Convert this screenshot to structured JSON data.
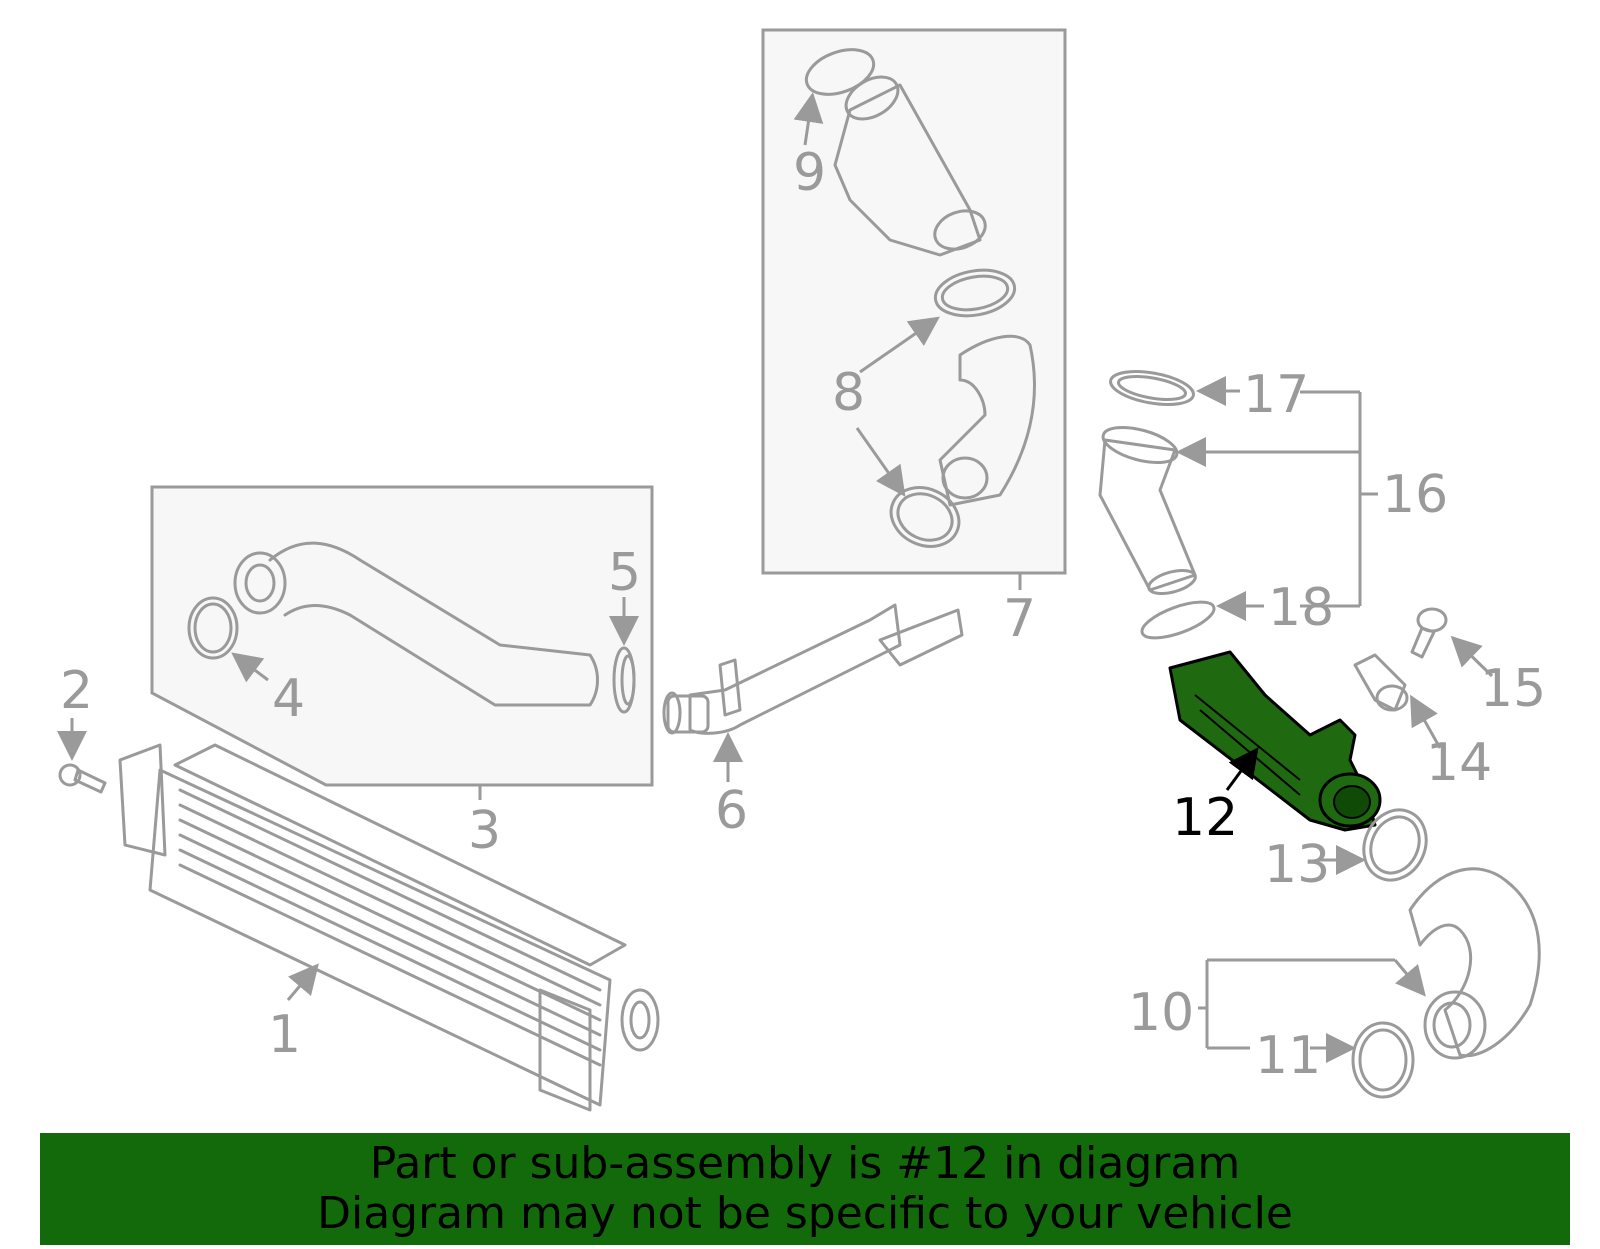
{
  "diagram": {
    "callouts": {
      "c1": "1",
      "c2": "2",
      "c3": "3",
      "c4": "4",
      "c5": "5",
      "c6": "6",
      "c7": "7",
      "c8": "8",
      "c9": "9",
      "c10": "10",
      "c11": "11",
      "c12": "12",
      "c13": "13",
      "c14": "14",
      "c15": "15",
      "c16": "16",
      "c17": "17",
      "c18": "18"
    },
    "highlighted_part": "12",
    "colors": {
      "line": "#9a9a9a",
      "highlight_fill": "#1f6a10",
      "banner_bg": "#136a0b",
      "box_fill": "#f7f7f7"
    }
  },
  "banner": {
    "line1": "Part or sub-assembly is #12 in diagram",
    "line2": "Diagram may not be specific to your vehicle"
  }
}
